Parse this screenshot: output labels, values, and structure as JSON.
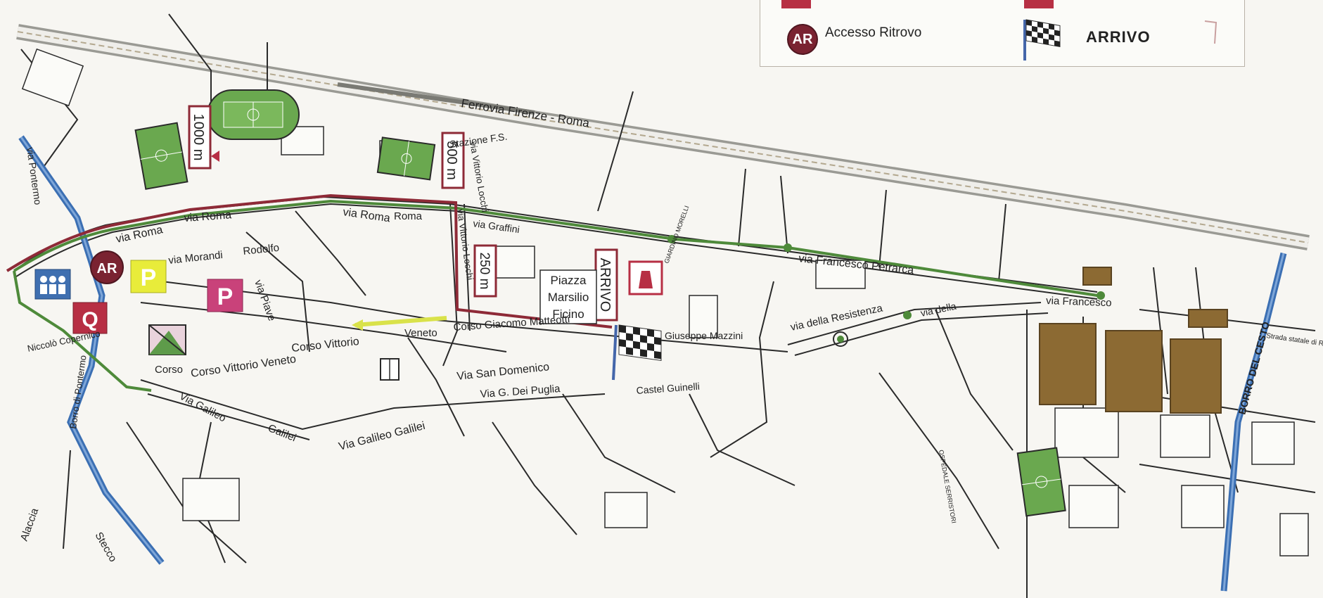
{
  "legend": {
    "accesso_ritrovo_badge": "AR",
    "accesso_ritrovo_label": "Accesso Ritrovo",
    "arrivo_label": "ARRIVO"
  },
  "markers": {
    "distance_1000": "1000 m",
    "distance_500": "500 m",
    "distance_250": "250 m",
    "arrivo_vertical": "ARRIVO",
    "piazza_line1": "Piazza",
    "piazza_line2": "Marsilio",
    "piazza_line3": "Ficino",
    "ar": "AR",
    "parking1": "P",
    "parking2": "P",
    "q": "Q"
  },
  "streets": {
    "ferrovia": "Ferrovia Firenze - Roma",
    "stazione": "Stazione F.S.",
    "via_roma_1": "via Roma",
    "via_roma_2": "via Roma",
    "via_roma_3": "via Roma",
    "via_roma_4": "Roma",
    "via_morandi": "via Morandi",
    "rodolfo": "Rodolfo",
    "via_piave": "via Piave",
    "via_vittorio_locchi_1": "via Vittorio Locchi",
    "via_vittorio_locchi_2": "via Vittorio Locchi",
    "via_graffi": "via Graffini",
    "via_francesco_petrarca": "via Francesco Petrarca",
    "via_francesco_2": "via Francesco",
    "via_della_resistenza": "via della Resistenza",
    "via_della": "via della",
    "corso_vittorio_veneto": "Corso Vittorio Veneto",
    "corso_vittorio": "Corso Vittorio",
    "veneto": "Veneto",
    "corso_giacomo_matteotti": "Corso Giacomo Matteotti",
    "via_san_domenico": "Via San Domenico",
    "giuseppe_mazzini": "Giuseppe Mazzini",
    "castel_guinelli": "Castel Guinelli",
    "via_g_dei_puglia": "Via G. Dei Puglia",
    "via_galileo_galilei": "Via Galileo Galilei",
    "via_galileo": "Via Galileo",
    "galilei": "Galilei",
    "corso": "Corso",
    "via_niccolo_copernico": "Niccolò Copernico",
    "via_pontermo": "via Pontermo",
    "borro_di_pontermo": "Borro di Pontermo",
    "alaccia": "Alaccia",
    "stecco": "Stecco",
    "giardino_morelli": "GIARDINO MORELLI",
    "ospedale": "OSPEDALE SERRISTORI",
    "borro_del_cesto": "BORRO DEL CESTO",
    "strada_statale": "Strada statale di Roma"
  },
  "colors": {
    "route_green": "#4e8a3a",
    "route_red": "#8e2a37",
    "route_yellow": "#d9e24a",
    "field_green": "#6aa84f",
    "sports_brown": "#8c6a33",
    "river_blue": "#3b6fb3",
    "marker_red": "#b72f44",
    "parking_yellow": "#e8ec3a",
    "parking_pink": "#c9427a",
    "ar_maroon": "#7a2331"
  },
  "icons": {
    "accesso_ritrovo": "ar-badge-icon",
    "arrivo": "checkered-flag-icon",
    "parking": "parking-icon",
    "people": "people-icon",
    "toilet": "toilet-icon"
  }
}
